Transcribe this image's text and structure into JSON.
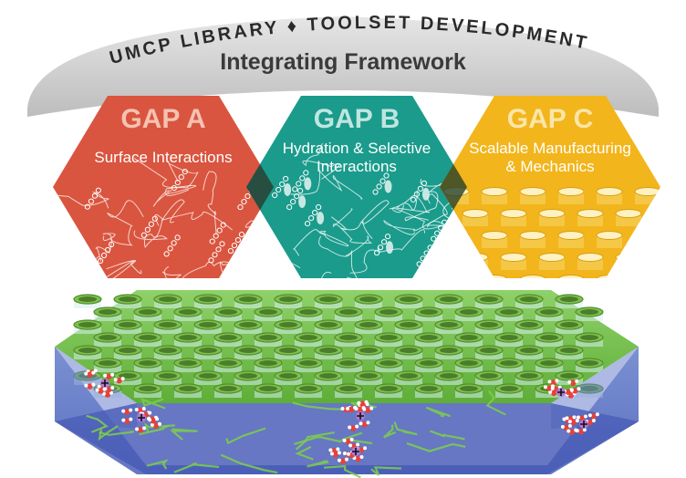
{
  "banner": {
    "arc_text": "UMCP LIBRARY ♦ TOOLSET DEVELOPMENT",
    "title": "Integrating Framework"
  },
  "gaps": [
    {
      "title": "GAP A",
      "subtitle_lines": [
        "Surface Interactions"
      ],
      "color": "#d9553f"
    },
    {
      "title": "GAP B",
      "subtitle_lines": [
        "Hydration & Selective",
        "Interactions"
      ],
      "color": "#1a9b8c"
    },
    {
      "title": "GAP C",
      "subtitle_lines": [
        "Scalable Manufacturing",
        "& Mechanics"
      ],
      "color": "#f2b51b"
    }
  ],
  "colors": {
    "banner_gray": "#cfcfcf",
    "title_color": "#3a3a3a",
    "hex_title": "#f4c9b8",
    "membrane_blue": "#5a6fc0",
    "membrane_green": "#74c043"
  },
  "icons": {
    "gap_a_motif": "polymer-chains-icon",
    "gap_b_motif": "hydrated-chains-icon",
    "gap_c_motif": "pore-array-icon",
    "membrane": "nanopore-membrane-icon",
    "ions": "ion-cluster-icon"
  }
}
